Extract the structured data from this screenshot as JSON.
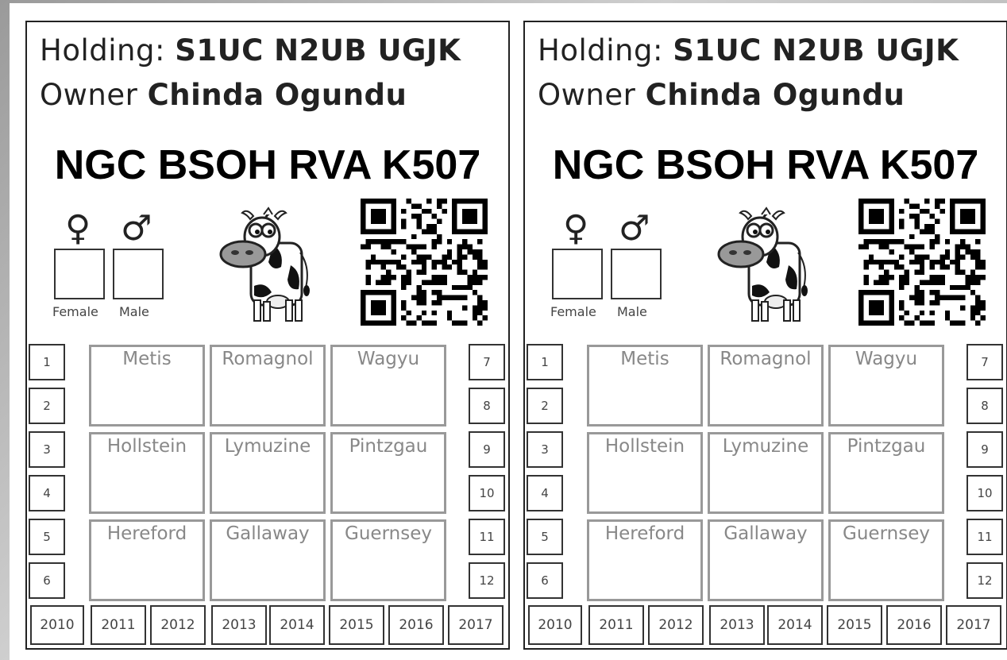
{
  "labels": [
    {
      "holding_prefix": "Holding:",
      "holding_code": "S1UC N2UB UGJK",
      "owner_prefix": "Owner",
      "owner_name": "Chinda Ogundu",
      "tag_number": "NGC BSOH RVA K507",
      "female_symbol": "♀",
      "male_symbol": "♂",
      "female_label": "Female",
      "male_label": "Male",
      "left_numbers": [
        "1",
        "2",
        "3",
        "4",
        "5",
        "6"
      ],
      "right_numbers": [
        "7",
        "8",
        "9",
        "10",
        "11",
        "12"
      ],
      "breeds": [
        "Metis",
        "Romagnol",
        "Wagyu",
        "Hollstein",
        "Lymuzine",
        "Pintzgau",
        "Hereford",
        "Gallaway",
        "Guernsey"
      ],
      "years": [
        "2010",
        "2011",
        "2012",
        "2013",
        "2014",
        "2015",
        "2016",
        "2017"
      ]
    },
    {
      "holding_prefix": "Holding:",
      "holding_code": "S1UC N2UB UGJK",
      "owner_prefix": "Owner",
      "owner_name": "Chinda Ogundu",
      "tag_number": "NGC BSOH RVA K507",
      "female_symbol": "♀",
      "male_symbol": "♂",
      "female_label": "Female",
      "male_label": "Male",
      "left_numbers": [
        "1",
        "2",
        "3",
        "4",
        "5",
        "6"
      ],
      "right_numbers": [
        "7",
        "8",
        "9",
        "10",
        "11",
        "12"
      ],
      "breeds": [
        "Metis",
        "Romagnol",
        "Wagyu",
        "Hollstein",
        "Lymuzine",
        "Pintzgau",
        "Hereford",
        "Gallaway",
        "Guernsey"
      ],
      "years": [
        "2010",
        "2011",
        "2012",
        "2013",
        "2014",
        "2015",
        "2016",
        "2017"
      ]
    }
  ]
}
